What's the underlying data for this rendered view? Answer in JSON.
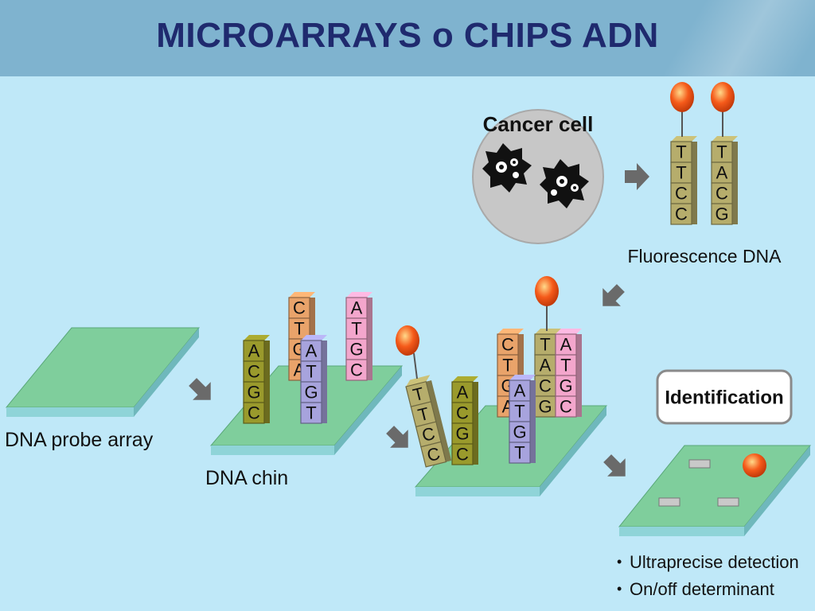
{
  "title": "MICROARRAYS o CHIPS ADN",
  "cancer_cell_label": "Cancer cell",
  "fluorescence_label": "Fluorescence DNA",
  "probe_array_label": "DNA probe array",
  "chip_label": "DNA chin",
  "identification_label": "Identification",
  "bullets": [
    "Ultraprecise detection",
    "On/off determinant"
  ],
  "strands": {
    "fluor_1": [
      "T",
      "T",
      "C",
      "C"
    ],
    "fluor_2": [
      "T",
      "A",
      "C",
      "G"
    ],
    "chip_olive": [
      "A",
      "C",
      "G",
      "C"
    ],
    "chip_orange": [
      "C",
      "T",
      "G",
      "A"
    ],
    "chip_purple": [
      "A",
      "T",
      "G",
      "T"
    ],
    "chip_pink": [
      "A",
      "T",
      "G",
      "C"
    ],
    "hyb_tilted": [
      "T",
      "T",
      "C",
      "C"
    ],
    "hyb_olive": [
      "A",
      "C",
      "G",
      "C"
    ],
    "hyb_orange": [
      "C",
      "T",
      "G",
      "A"
    ],
    "hyb_purple": [
      "A",
      "T",
      "G",
      "T"
    ],
    "hyb_bound": [
      "T",
      "A",
      "C",
      "G"
    ],
    "hyb_pink": [
      "A",
      "T",
      "G",
      "C"
    ]
  },
  "colors": {
    "olive": "#9a9a2c",
    "orange": "#e9a36a",
    "purple": "#a7a3dd",
    "pink": "#f3a6cc",
    "tan": "#b6ad6c",
    "plate": "#7fce9c",
    "tag": "#f04a14"
  }
}
